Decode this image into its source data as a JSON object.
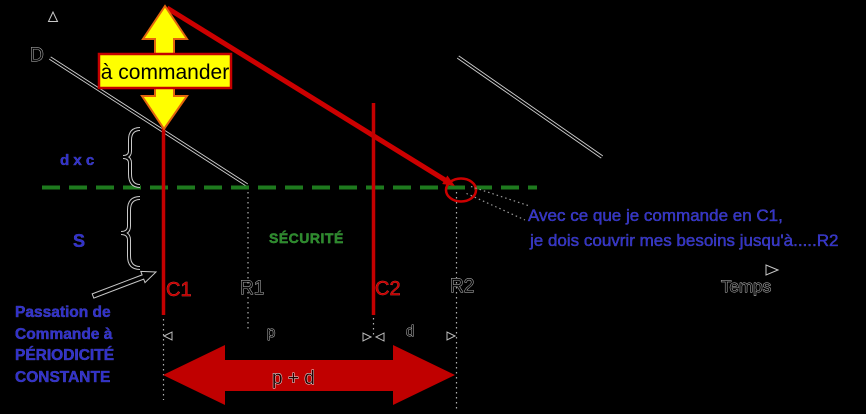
{
  "colors": {
    "background": "#000000",
    "red_accent": "#C00000",
    "yellow_accent": "#FFFF00",
    "yellow_border": "#E3650C",
    "green_dash_line": "#1E7A1E",
    "green_text": "#2D8A2D",
    "blue_text": "#3232C8"
  },
  "axes": {
    "demand_line_label": "D",
    "time_axis_label": "Temps"
  },
  "stock": {
    "order_label": "à commander",
    "lead_time_stock_label": "d x c",
    "safety_stock_label": "S",
    "safety_zone_label": "SÉCURITÉ",
    "brace_glyph": "{"
  },
  "timeline": {
    "c1": "C1",
    "r1": "R1",
    "c2": "C2",
    "r2": "R2",
    "period_label": "p",
    "delay_label": "d",
    "total_span_label": "p + d"
  },
  "annotations": {
    "passation_lines": [
      "Passation de",
      "Commande à",
      "PÉRIODICITÉ",
      "CONSTANTE"
    ],
    "coverage_line1": "Avec ce que je commande en C1,",
    "coverage_line2": "je dois couvrir mes besoins jusqu'à.....R2"
  }
}
